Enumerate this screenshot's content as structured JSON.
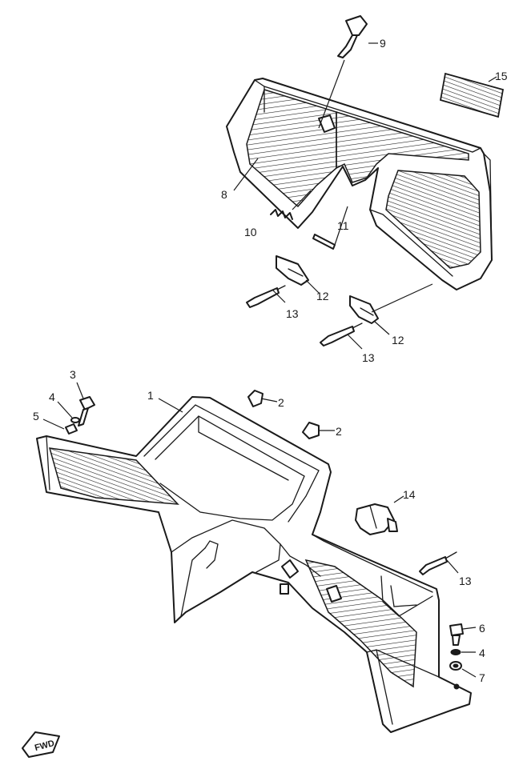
{
  "callouts": {
    "c1": "1",
    "c2a": "2",
    "c2b": "2",
    "c3": "3",
    "c4a": "4",
    "c4b": "4",
    "c5": "5",
    "c6": "6",
    "c7": "7",
    "c8": "8",
    "c9": "9",
    "c10": "10",
    "c11": "11",
    "c12a": "12",
    "c12b": "12",
    "c13a": "13",
    "c13b": "13",
    "c13c": "13",
    "c14": "14",
    "c15": "15"
  },
  "direction_marker": {
    "label": "FWD"
  }
}
